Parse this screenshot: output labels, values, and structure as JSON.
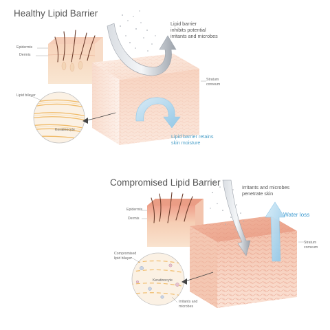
{
  "panels": {
    "healthy": {
      "title": "Healthy Lipid Barrier",
      "labels": {
        "epidermis": "Epidermis",
        "dermis": "Dermis",
        "lipid_bilayer": "Lipid bilayer",
        "keratinocyte": "Keratinocyte",
        "stratum_corneum": [
          "Stratum",
          "corneum"
        ],
        "inhibits": [
          "Lipid barrier",
          "inhibits potential",
          "irritants and microbes"
        ],
        "retains": [
          "Lipid barrier retains",
          "skin moisture"
        ]
      }
    },
    "compromised": {
      "title": "Compromised Lipid Barrier",
      "labels": {
        "epidermis": "Epidermis",
        "dermis": "Dermis",
        "lipid_bilayer": [
          "Compromised",
          "lipid bilayer"
        ],
        "keratinocyte": "Keratinocyte",
        "stratum_corneum": [
          "Stratum",
          "corneum"
        ],
        "penetrate": [
          "Irritants and microbes",
          "penetrate skin"
        ],
        "water_loss": "Water loss",
        "irritants_microbes": [
          "Irritants and",
          "microbes"
        ]
      }
    }
  },
  "colors": {
    "skin_light": "#fbe6da",
    "skin_mid": "#f5cdb8",
    "skin_dark": "#ea9d85",
    "dermis": "#f6dcbd",
    "hair": "#6a3b2a",
    "lipid": "#f4c26f",
    "arrow_gray": "#9aa1aa",
    "arrow_blue": "#8ec7e8",
    "text": "#5b5b5b",
    "text_blue": "#4a9fc8"
  }
}
